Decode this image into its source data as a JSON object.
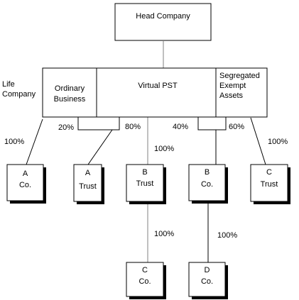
{
  "diagram": {
    "head_company": "Head Company",
    "life_company_label": [
      "Life",
      "Company"
    ],
    "ordinary_business": [
      "Ordinary",
      "Business"
    ],
    "virtual_pst": "Virtual PST",
    "segregated_exempt_assets": [
      "Segregated",
      "Exempt",
      "Assets"
    ],
    "percentages": {
      "life_to_a_co": "100%",
      "ordinary_share": "20%",
      "virtual_share_to_a_trust": "80%",
      "virtual_share_to_b_co": "40%",
      "segregated_share_to_b_co": "60%",
      "virtual_to_b_trust": "100%",
      "segregated_to_c_trust": "100%",
      "b_trust_to_c_co": "100%",
      "b_co_to_d_co": "100%"
    },
    "entities": {
      "a_co": [
        "A",
        "Co."
      ],
      "a_trust": [
        "A",
        "Trust"
      ],
      "b_trust": [
        "B",
        "Trust"
      ],
      "b_co": [
        "B",
        "Co."
      ],
      "c_trust": [
        "C",
        "Trust"
      ],
      "c_co": [
        "C",
        "Co."
      ],
      "d_co": [
        "D",
        "Co."
      ]
    }
  }
}
